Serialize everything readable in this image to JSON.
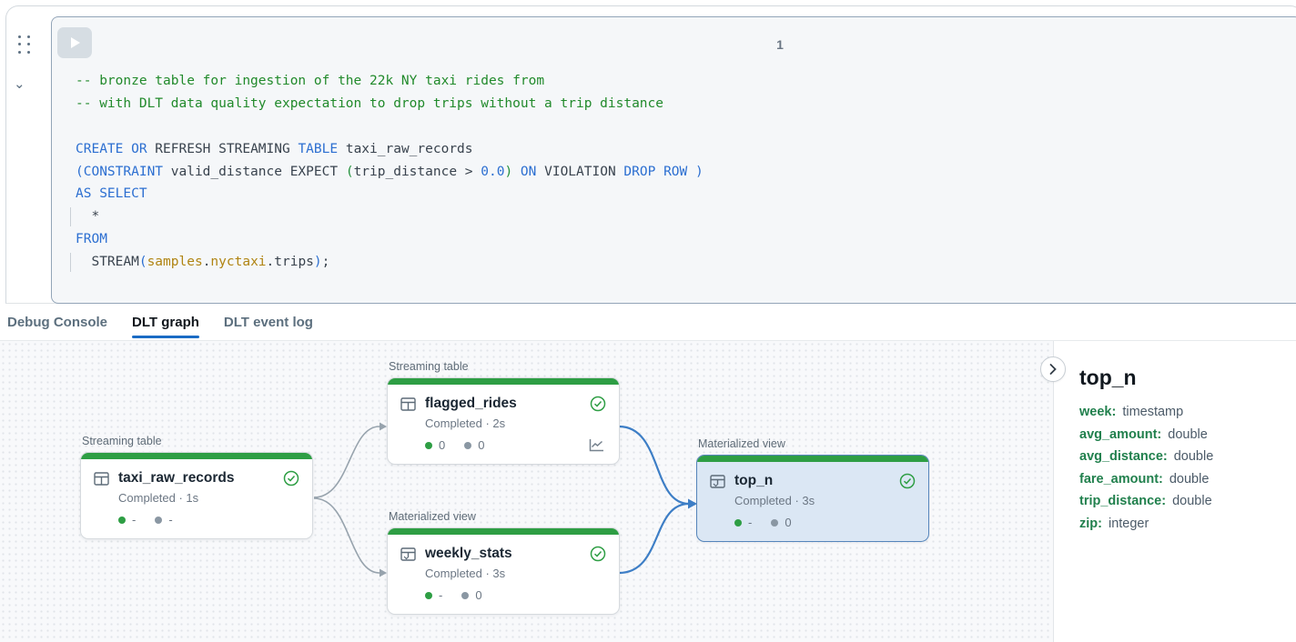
{
  "cell": {
    "execution_count": "1",
    "run_tooltip": "Run cell",
    "code": {
      "lines": [
        {
          "tokens": [
            {
              "t": "-- bronze table for ingestion of the 22k NY taxi rides from",
              "c": "cm"
            }
          ]
        },
        {
          "tokens": [
            {
              "t": "-- with DLT data quality expectation to drop trips without a trip distance",
              "c": "cm"
            }
          ]
        },
        {
          "tokens": [
            {
              "t": "",
              "c": "pl"
            }
          ]
        },
        {
          "tokens": [
            {
              "t": "CREATE OR",
              "c": "kw"
            },
            {
              "t": " REFRESH STREAMING ",
              "c": "pl"
            },
            {
              "t": "TABLE",
              "c": "kw"
            },
            {
              "t": " taxi_raw_records",
              "c": "pl"
            }
          ]
        },
        {
          "tokens": [
            {
              "t": "(CONSTRAINT",
              "c": "kw"
            },
            {
              "t": " valid_distance EXPECT ",
              "c": "pl"
            },
            {
              "t": "(",
              "c": "pg"
            },
            {
              "t": "trip_distance > ",
              "c": "pl"
            },
            {
              "t": "0.0",
              "c": "num"
            },
            {
              "t": ")",
              "c": "pg"
            },
            {
              "t": " ",
              "c": "pl"
            },
            {
              "t": "ON",
              "c": "kw"
            },
            {
              "t": " VIOLATION ",
              "c": "pl"
            },
            {
              "t": "DROP ROW",
              "c": "kw"
            },
            {
              "t": " ",
              "c": "pl"
            },
            {
              "t": ")",
              "c": "kw"
            }
          ]
        },
        {
          "tokens": [
            {
              "t": "AS SELECT",
              "c": "kw"
            }
          ]
        },
        {
          "guide": true,
          "tokens": [
            {
              "t": "  *",
              "c": "pl"
            }
          ]
        },
        {
          "tokens": [
            {
              "t": "FROM",
              "c": "kw"
            }
          ]
        },
        {
          "guide": true,
          "tokens": [
            {
              "t": "  STREAM",
              "c": "pl"
            },
            {
              "t": "(",
              "c": "kw"
            },
            {
              "t": "samples",
              "c": "org"
            },
            {
              "t": ".",
              "c": "pl"
            },
            {
              "t": "nyctaxi",
              "c": "org"
            },
            {
              "t": ".",
              "c": "pl"
            },
            {
              "t": "trips",
              "c": "pl"
            },
            {
              "t": ")",
              "c": "kw"
            },
            {
              "t": ";",
              "c": "pl"
            }
          ]
        }
      ]
    }
  },
  "tabs": {
    "items": [
      {
        "label": "Debug Console",
        "active": false
      },
      {
        "label": "DLT graph",
        "active": true
      },
      {
        "label": "DLT event log",
        "active": false
      }
    ]
  },
  "graph": {
    "nodes": [
      {
        "id": "taxi_raw_records",
        "type_label": "Streaming table",
        "title": "taxi_raw_records",
        "status": "Completed · 1s",
        "metric_expectations": "-",
        "metric_dropped": "-",
        "selected": false,
        "status_icon": "completed-check"
      },
      {
        "id": "flagged_rides",
        "type_label": "Streaming table",
        "title": "flagged_rides",
        "status": "Completed · 2s",
        "metric_expectations": "0",
        "metric_dropped": "0",
        "selected": false,
        "status_icon": "completed-check",
        "has_chart_icon": true
      },
      {
        "id": "weekly_stats",
        "type_label": "Materialized view",
        "title": "weekly_stats",
        "status": "Completed · 3s",
        "metric_expectations": "-",
        "metric_dropped": "0",
        "selected": false,
        "status_icon": "completed-check"
      },
      {
        "id": "top_n",
        "type_label": "Materialized view",
        "title": "top_n",
        "status": "Completed · 3s",
        "metric_expectations": "-",
        "metric_dropped": "0",
        "selected": true,
        "status_icon": "completed-check"
      }
    ]
  },
  "panel": {
    "title": "top_n",
    "collapse_icon": "chevron-right",
    "fields": [
      {
        "name": "week:",
        "type": "timestamp"
      },
      {
        "name": "avg_amount:",
        "type": "double"
      },
      {
        "name": "avg_distance:",
        "type": "double"
      },
      {
        "name": "fare_amount:",
        "type": "double"
      },
      {
        "name": "trip_distance:",
        "type": "double"
      },
      {
        "name": "zip:",
        "type": "integer"
      }
    ]
  },
  "colors": {
    "node_success_green": "#2e9e44",
    "selected_node_bg": "#dbe7f4",
    "selected_node_border": "#5585bb",
    "edge_gray": "#97a3ad",
    "edge_blue": "#3d7ec6",
    "tab_active_underline": "#1a6bc4",
    "code_keyword_blue": "#2c6fd1",
    "code_comment_green": "#218a2b",
    "code_identifier_orange": "#b08412",
    "field_name_green": "#21804d"
  }
}
